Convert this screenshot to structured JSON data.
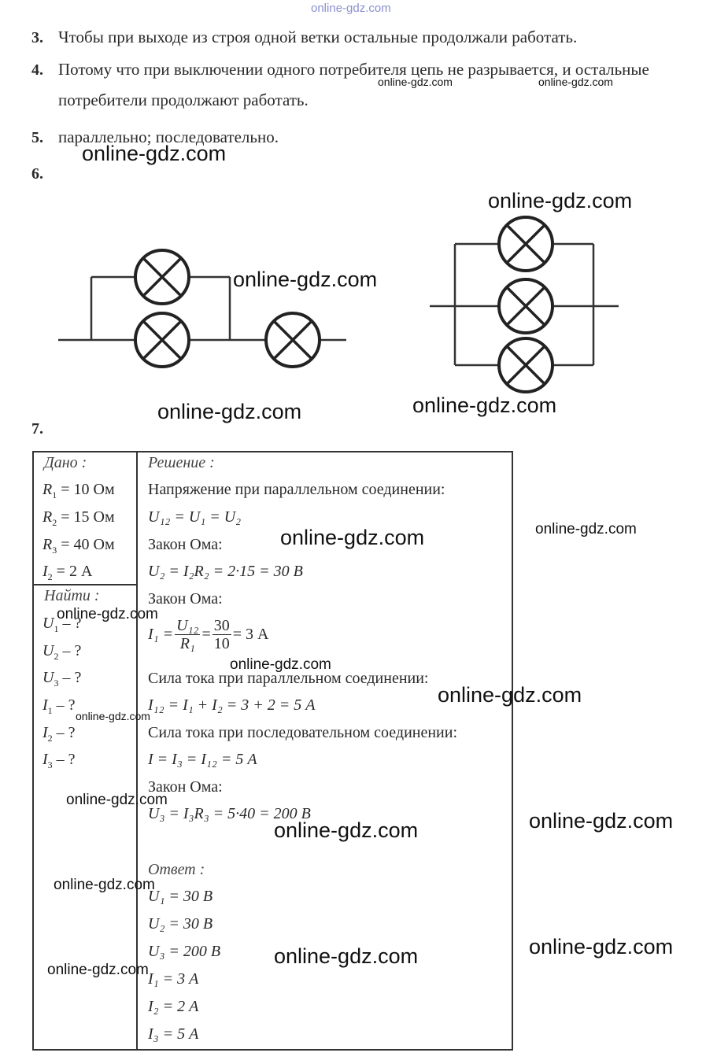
{
  "watermark": "online-gdz.com",
  "items": [
    {
      "num": "3.",
      "lines": [
        "Чтобы при выходе из строя одной ветки остальные продолжали работать."
      ]
    },
    {
      "num": "4.",
      "lines": [
        "Потому что при выключении одного потребителя цепь не разрывается, и остальные",
        "потребители продолжают работать."
      ]
    },
    {
      "num": "5.",
      "lines": [
        "параллельно; последовательно."
      ]
    },
    {
      "num": "6.",
      "lines": []
    },
    {
      "num": "7.",
      "lines": []
    }
  ],
  "given": {
    "title": "Дано",
    "lines": [
      {
        "sym": "R",
        "sub": "1",
        "rest": " = 10 Ом"
      },
      {
        "sym": "R",
        "sub": "2",
        "rest": " = 15 Ом"
      },
      {
        "sym": "R",
        "sub": "3",
        "rest": " = 40 Ом"
      },
      {
        "sym": "I",
        "sub": "2",
        "rest": " = 2 А"
      }
    ]
  },
  "find": {
    "title": "Найти",
    "lines": [
      {
        "sym": "U",
        "sub": "1",
        "rest": " – ?"
      },
      {
        "sym": "U",
        "sub": "2",
        "rest": " – ?"
      },
      {
        "sym": "U",
        "sub": "3",
        "rest": " – ?"
      },
      {
        "sym": "I",
        "sub": "1",
        "rest": " – ?"
      },
      {
        "sym": "I",
        "sub": "2",
        "rest": " – ?"
      },
      {
        "sym": "I",
        "sub": "3",
        "rest": " – ?"
      }
    ]
  },
  "solution": {
    "title": "Решение",
    "h1": "Напряжение при параллельном соединении:",
    "f1": "U₁₂ = U₁ = U₂",
    "h2": "Закон Ома:",
    "f2": "U₂ = I₂R₂ = 2·15 = 30 В",
    "h3": "Закон Ома:",
    "f3_lhs": "I₁ =",
    "f3_num1": "U₁₂",
    "f3_den1": "R₁",
    "f3_num2": "30",
    "f3_den2": "10",
    "f3_res": "= 3 А",
    "h4": "Сила тока при параллельном соединении:",
    "f4": "I₁₂ = I₁ + I₂ = 3 + 2 = 5 А",
    "h5": "Сила тока при последовательном соединении:",
    "f5": "I = I₃ = I₁₂ = 5 А",
    "h6": "Закон Ома:",
    "f6": "U₃ = I₃R₃ = 5·40 = 200 В"
  },
  "answer": {
    "title": "Ответ",
    "lines": [
      "U₁ = 30 В",
      "U₂ = 30 В",
      "U₃ = 200 В",
      "I₁ = 3 А",
      "I₂ = 2 А",
      "I₃ = 5 А"
    ]
  }
}
